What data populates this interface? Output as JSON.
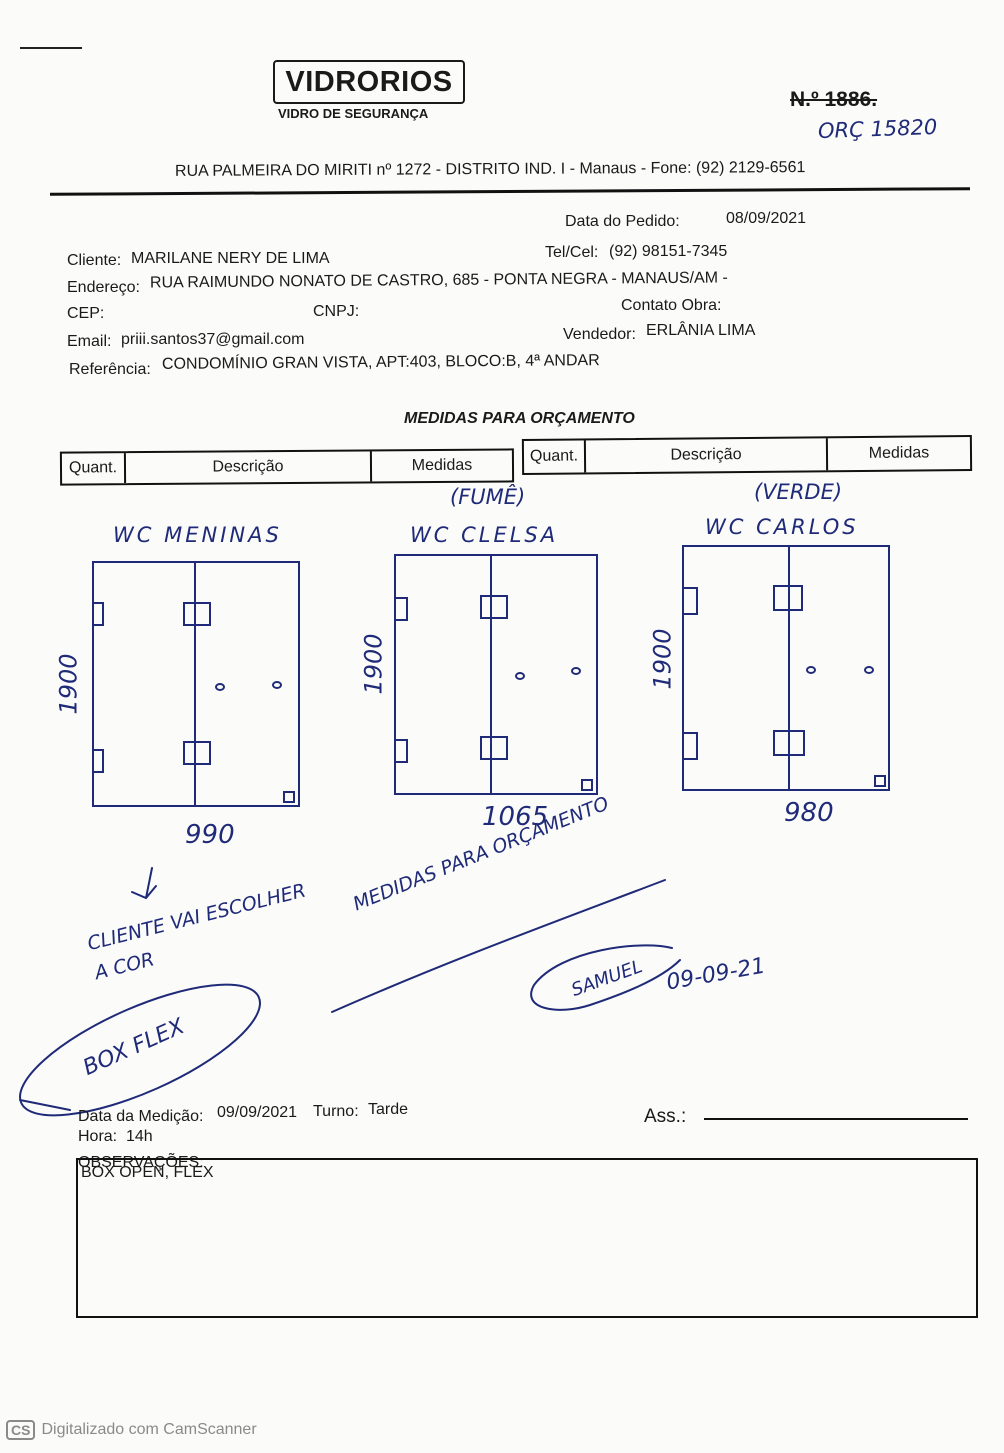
{
  "logo": {
    "name": "VIDRORIOS",
    "subtitle": "VIDRO DE SEGURANÇA"
  },
  "order_number": "N.º 1886.",
  "budget_number": "ORÇ 15820",
  "company_address": "RUA PALMEIRA DO MIRITI nº 1272 - DISTRITO IND. I - Manaus - Fone: (92) 2129-6561",
  "order_date": {
    "label": "Data do Pedido:",
    "value": "08/09/2021"
  },
  "client": {
    "label": "Cliente:",
    "value": "MARILANE NERY DE LIMA"
  },
  "phone": {
    "label": "Tel/Cel:",
    "value": "(92) 98151-7345"
  },
  "address": {
    "label": "Endereço:",
    "value": "RUA RAIMUNDO NONATO DE CASTRO, 685 - PONTA NEGRA - MANAUS/AM -"
  },
  "cep": {
    "label": "CEP:"
  },
  "cnpj": {
    "label": "CNPJ:"
  },
  "contact": {
    "label": "Contato Obra:"
  },
  "email": {
    "label": "Email:",
    "value": "priii.santos37@gmail.com"
  },
  "seller": {
    "label": "Vendedor:",
    "value": "ERLÂNIA LIMA"
  },
  "reference": {
    "label": "Referência:",
    "value": "CONDOMÍNIO GRAN VISTA, APT:403, BLOCO:B, 4ª ANDAR"
  },
  "section_title": "MEDIDAS PARA ORÇAMENTO",
  "table": {
    "quant": "Quant.",
    "descricao": "Descrição",
    "medidas": "Medidas"
  },
  "drawings": [
    {
      "name": "WC MENINAS",
      "note": "",
      "height": "1900",
      "width": "990"
    },
    {
      "name": "WC CLELSA",
      "note": "(FUMÊ)",
      "height": "1900",
      "width": "1065"
    },
    {
      "name": "WC CARLOS",
      "note": "(VERDE)",
      "height": "1900",
      "width": "980"
    }
  ],
  "hand_notes": {
    "client": "CLIENTE VAI ESCOLHER A COR",
    "measures": "MEDIDAS PARA ORÇAMENTO",
    "box": "BOX FLEX",
    "signature": "SAMUEL",
    "sign_date": "09-09-21"
  },
  "measure_date": {
    "label": "Data da Medição:",
    "value": "09/09/2021"
  },
  "shift": {
    "label": "Turno:",
    "value": "Tarde"
  },
  "time": {
    "label": "Hora:",
    "value": "14h"
  },
  "signature_label": "Ass.:",
  "observations": {
    "label": "OBSERVAÇÕES:",
    "value": "BOX OPEN, FLEX"
  },
  "scanner_note": "Digitalizado com CamScanner",
  "colors": {
    "ink": "#1f2a78",
    "print": "#1a1a1a"
  }
}
